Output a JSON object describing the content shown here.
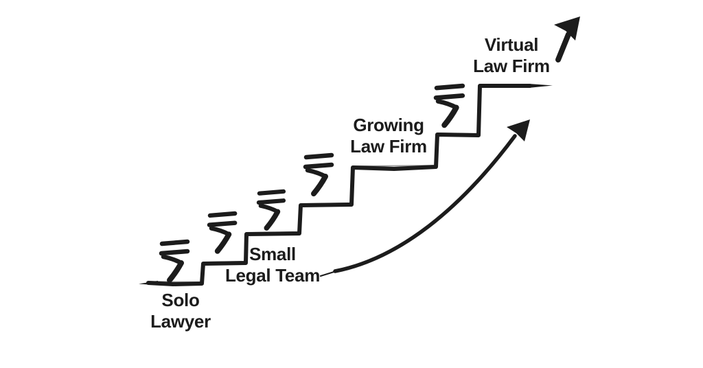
{
  "canvas": {
    "background": "#ffffff",
    "ink": "#1c1c1c"
  },
  "stages": [
    {
      "line1": "Solo",
      "line2": "Lawyer"
    },
    {
      "line1": "Small",
      "line2": "Legal Team"
    },
    {
      "line1": "Growing",
      "line2": "Law Firm"
    },
    {
      "line1": "Virtual",
      "line2": "Law Firm"
    }
  ],
  "symbols": {
    "currency_symbol": "₹",
    "rupee_icon_count": 5,
    "stair_step_count": 7
  }
}
